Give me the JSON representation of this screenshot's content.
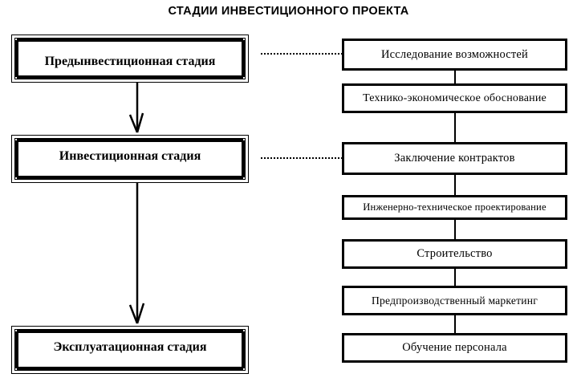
{
  "title": "СТАДИИ ИНВЕСТИЦИОННОГО ПРОЕКТА",
  "colors": {
    "background": "#ffffff",
    "stroke": "#000000",
    "text": "#000000"
  },
  "stages": [
    {
      "label": "Предынвестиционная стадия"
    },
    {
      "label": "Инвестиционная стадия"
    },
    {
      "label": "Эксплуатационная стадия"
    }
  ],
  "activities": [
    {
      "label": "Исследование возможностей"
    },
    {
      "label": "Технико-экономическое обоснование"
    },
    {
      "label": "Заключение контрактов"
    },
    {
      "label": "Инженерно-техническое проектирование"
    },
    {
      "label": "Строительство"
    },
    {
      "label": "Предпроизводственный маркетинг"
    },
    {
      "label": "Обучение персонала"
    }
  ],
  "links": {
    "stage_to_activity": [
      {
        "from": "Предынвестиционная стадия",
        "to": "Исследование возможностей",
        "style": "dotted"
      },
      {
        "from": "Инвестиционная стадия",
        "to": "Заключение контрактов",
        "style": "dotted"
      }
    ],
    "stage_flow": [
      {
        "from": "Предынвестиционная стадия",
        "to": "Инвестиционная стадия",
        "style": "arrow"
      },
      {
        "from": "Инвестиционная стадия",
        "to": "Эксплуатационная стадия",
        "style": "arrow"
      }
    ]
  }
}
